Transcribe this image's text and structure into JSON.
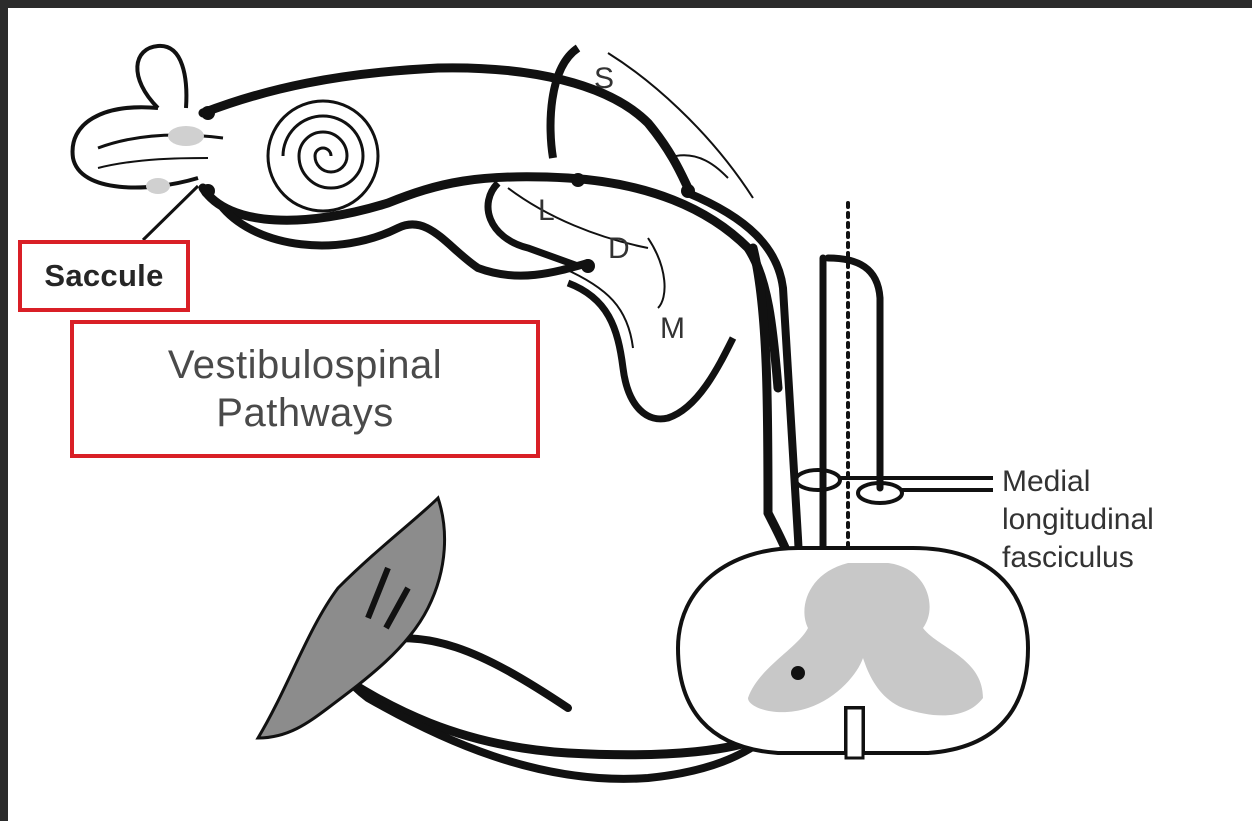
{
  "labels": {
    "saccule": "Saccule",
    "title_line1": "Vestibulospinal",
    "title_line2": "Pathways",
    "mlf_line1": "Medial",
    "mlf_line2": "longitudinal",
    "mlf_line3": "fasciculus"
  },
  "nuclei": {
    "superior": "S",
    "lateral": "L",
    "descending": "D",
    "medial": "M"
  },
  "colors": {
    "highlight_border": "#d91f26",
    "pathway": "#111111",
    "gray_matter": "#c8c8c8",
    "background": "#ffffff",
    "outer_frame": "#2b2b2b"
  }
}
